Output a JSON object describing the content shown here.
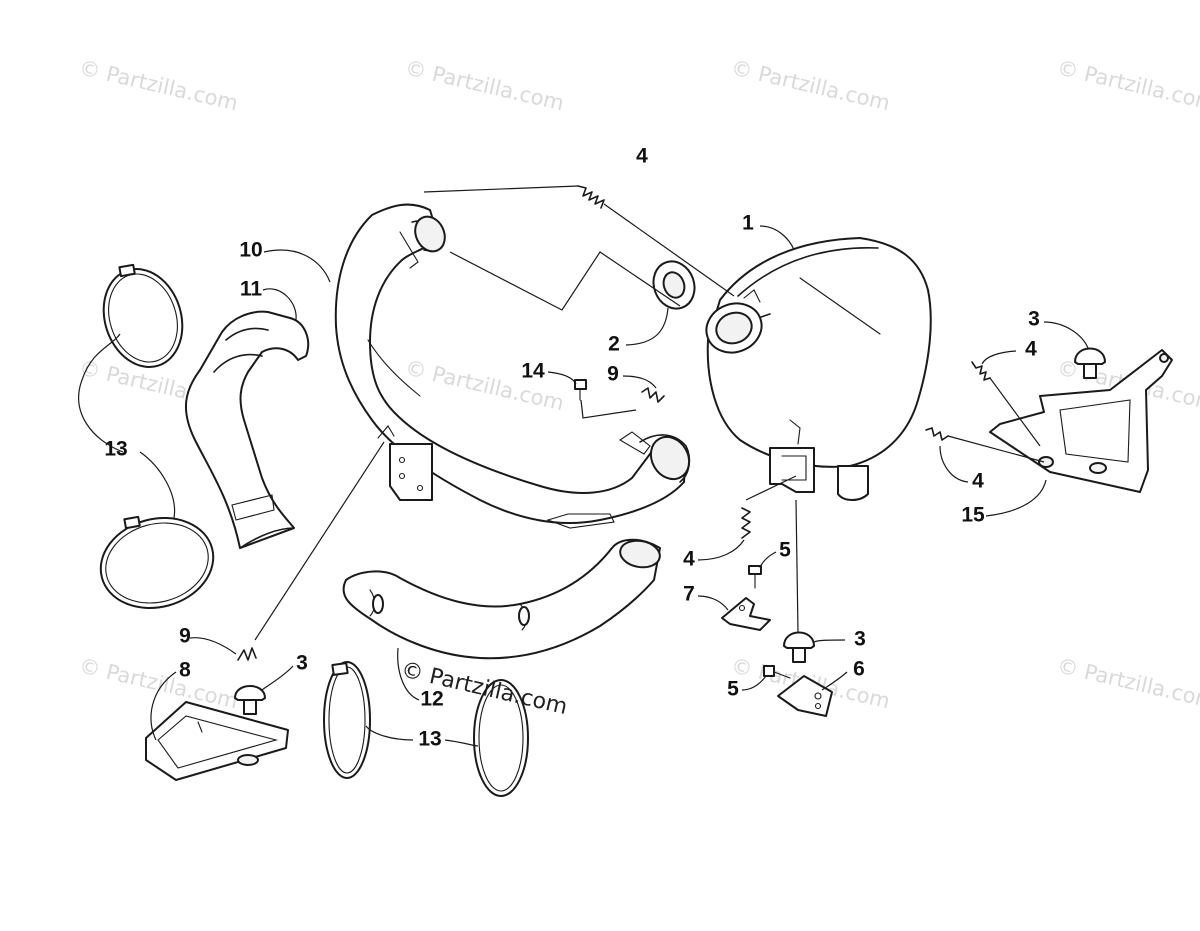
{
  "watermark": {
    "text": "© Partzilla.com"
  },
  "callouts": {
    "c1": "1",
    "c2": "2",
    "c3a": "3",
    "c3b": "3",
    "c3c": "3",
    "c4a": "4",
    "c4b": "4",
    "c4c": "4",
    "c4d": "4",
    "c5a": "5",
    "c5b": "5",
    "c6": "6",
    "c7": "7",
    "c8": "8",
    "c9a": "9",
    "c9b": "9",
    "c10": "10",
    "c11": "11",
    "c12": "12",
    "c13a": "13",
    "c13b": "13",
    "c14": "14",
    "c15": "15"
  }
}
